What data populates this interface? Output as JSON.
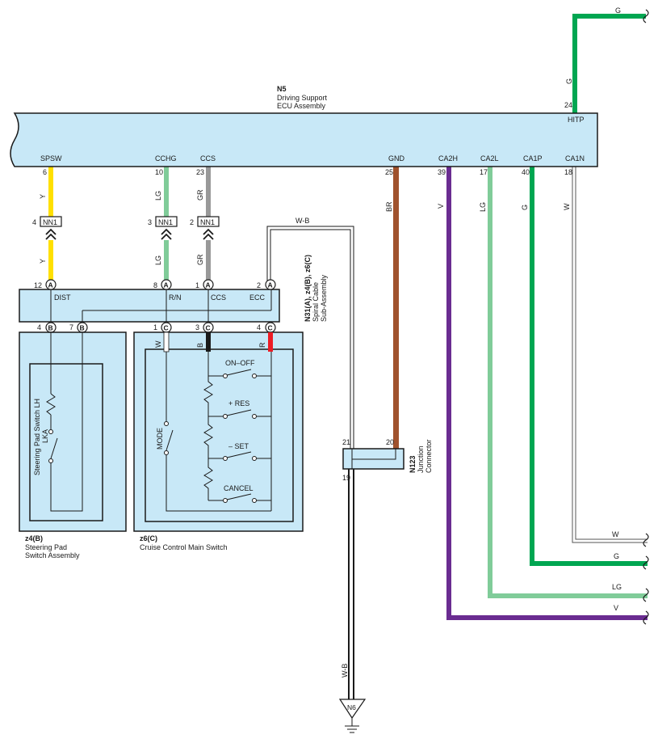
{
  "colors": {
    "box_fill": "#c8e8f7",
    "box_stroke": "#1a1a1a",
    "wire_Y": "#ffe000",
    "wire_LG": "#80cc99",
    "wire_GR": "#999999",
    "wire_G": "#00a651",
    "wire_BR": "#a0522d",
    "wire_V": "#6a2c91",
    "wire_W": "#ffffff",
    "wire_B": "#1a1a1a",
    "wire_R": "#ed1c24"
  },
  "ecu": {
    "code": "N5",
    "name_line1": "Driving Support",
    "name_line2": "ECU Assembly",
    "pins": [
      {
        "label": "SPSW",
        "num": "6",
        "wire": "Y"
      },
      {
        "label": "CCHG",
        "num": "10",
        "wire": "LG"
      },
      {
        "label": "CCS",
        "num": "23",
        "wire": "GR"
      },
      {
        "label": "GND",
        "num": "25",
        "wire": "BR"
      },
      {
        "label": "CA2H",
        "num": "39",
        "wire": "V"
      },
      {
        "label": "CA2L",
        "num": "17",
        "wire": "LG"
      },
      {
        "label": "CA1P",
        "num": "40",
        "wire": "G"
      },
      {
        "label": "CA1N",
        "num": "18",
        "wire": "W"
      }
    ],
    "hitp": {
      "label": "HITP",
      "num": "24",
      "wire": "G"
    }
  },
  "nn1": {
    "label": "NN1",
    "pins": [
      "4",
      "3",
      "2"
    ],
    "wires_below": [
      "Y",
      "LG",
      "GR"
    ]
  },
  "spiral": {
    "code": "N31(A), z4(B), z6(C)",
    "name_line1": "Spiral Cable",
    "name_line2": "Sub-Assembly",
    "top_pins": [
      {
        "num": "12",
        "letter": "A"
      },
      {
        "num": "8",
        "letter": "A"
      },
      {
        "num": "1",
        "letter": "A"
      },
      {
        "num": "2",
        "letter": "A"
      }
    ],
    "labels": [
      "DIST",
      "R/N",
      "CCS",
      "ECC"
    ],
    "bottom_pins": [
      {
        "num": "4",
        "letter": "B"
      },
      {
        "num": "7",
        "letter": "B"
      },
      {
        "num": "1",
        "letter": "C"
      },
      {
        "num": "3",
        "letter": "C"
      },
      {
        "num": "4",
        "letter": "C"
      }
    ],
    "ecc_wire": "W-B"
  },
  "steering": {
    "code": "z4(B)",
    "name_line1": "Steering Pad",
    "name_line2": "Switch Assembly",
    "inner_label1": "Steering Pad Switch LH",
    "inner_label2": "LKA"
  },
  "cruise": {
    "code": "z6(C)",
    "name": "Cruise Control Main Switch",
    "wires": [
      "W",
      "B",
      "R"
    ],
    "mode_label": "MODE",
    "switches": [
      "ON–OFF",
      "+ RES",
      "– SET",
      "CANCEL"
    ]
  },
  "junction": {
    "code": "N123",
    "name_line1": "Junction",
    "name_line2": "Connector",
    "pins": [
      "21",
      "20",
      "19"
    ],
    "wire_below": "W-B"
  },
  "ground": {
    "label": "N6"
  },
  "right_wires": [
    {
      "label": "G",
      "note": "top"
    },
    {
      "label": "W",
      "note": "CA1N"
    },
    {
      "label": "G",
      "note": "CA1P"
    },
    {
      "label": "LG",
      "note": "CA2L"
    },
    {
      "label": "V",
      "note": "CA2H"
    }
  ]
}
